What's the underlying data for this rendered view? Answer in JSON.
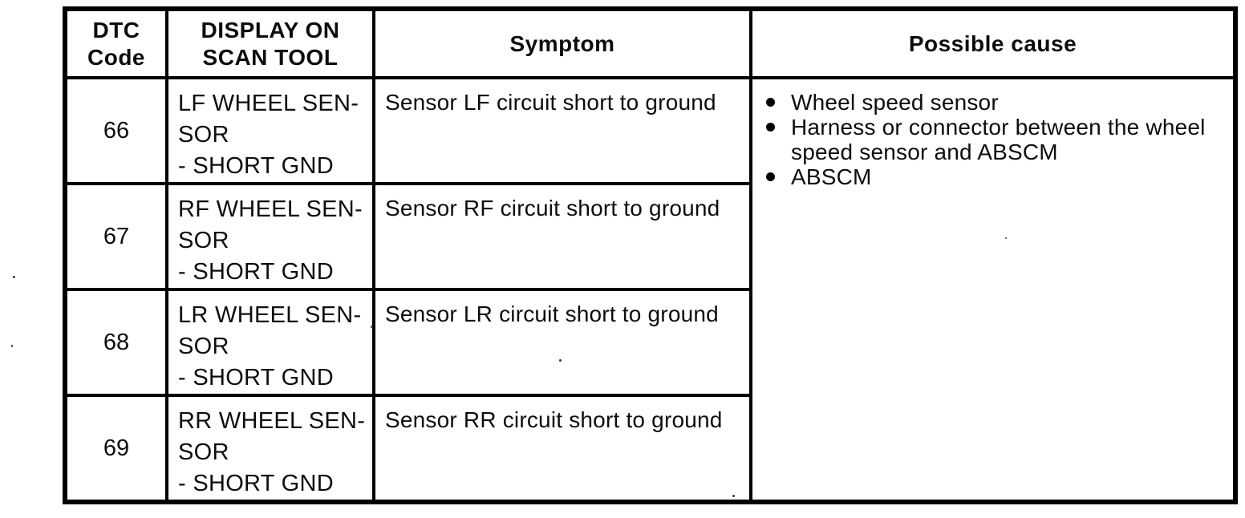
{
  "table": {
    "headers": [
      "DTC\nCode",
      "DISPLAY ON\nSCAN TOOL",
      "Symptom",
      "Possible cause"
    ],
    "rows": [
      {
        "code": "66",
        "display": "LF WHEEL SEN-\nSOR\n- SHORT GND",
        "symptom": "Sensor LF circuit short to ground"
      },
      {
        "code": "67",
        "display": "RF WHEEL SEN-\nSOR\n- SHORT GND",
        "symptom": "Sensor RF circuit short to ground"
      },
      {
        "code": "68",
        "display": "LR WHEEL SEN-\nSOR\n- SHORT GND",
        "symptom": "Sensor LR circuit short to ground"
      },
      {
        "code": "69",
        "display": "RR WHEEL SEN-\nSOR\n- SHORT GND",
        "symptom": "Sensor RR circuit short to ground"
      }
    ],
    "possible_causes": [
      "Wheel speed sensor",
      "Harness or connector between the wheel speed sensor and ABSCM",
      "ABSCM"
    ],
    "border_color": "#000000",
    "text_color": "#0d0d0d",
    "background_color": "#ffffff"
  }
}
